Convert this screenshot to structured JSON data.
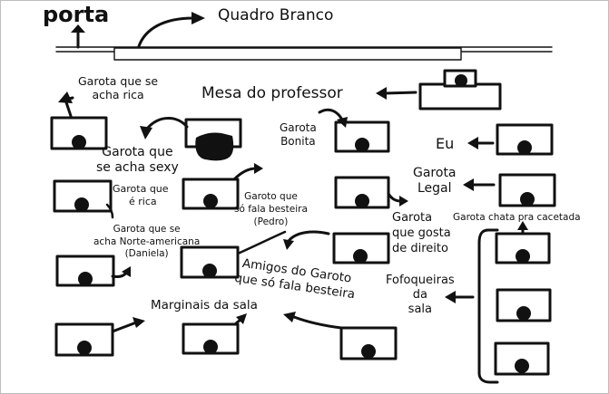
{
  "diagram": {
    "title_door": "porta",
    "title_board": "Quadro Branco",
    "teacher_desk": "Mesa do professor",
    "rich_girl": [
      "Garota que se",
      "acha rica"
    ],
    "sexy_girl": [
      "Garota que",
      "se acha sexy"
    ],
    "pretty_girl": [
      "Garota",
      "Bonita"
    ],
    "me": "Eu",
    "cool_girl": [
      "Garota",
      "Legal"
    ],
    "rich_girl_2": [
      "Garota que",
      "é rica"
    ],
    "nonsense_boy": [
      "Garoto que",
      "só fala besteira",
      "(Pedro)"
    ],
    "law_girl": [
      "Garota",
      "que gosta",
      "de direito"
    ],
    "annoying_girl": "Garota chata pra cacetada",
    "american_girl": [
      "Garota que se",
      "acha Norte-americana",
      "(Daniela)"
    ],
    "friends": [
      "Amigos do Garoto",
      "que só fala besteira"
    ],
    "gossips": [
      "Fofoqueiras",
      "da",
      "sala"
    ],
    "outsiders": "Marginais da sala"
  }
}
